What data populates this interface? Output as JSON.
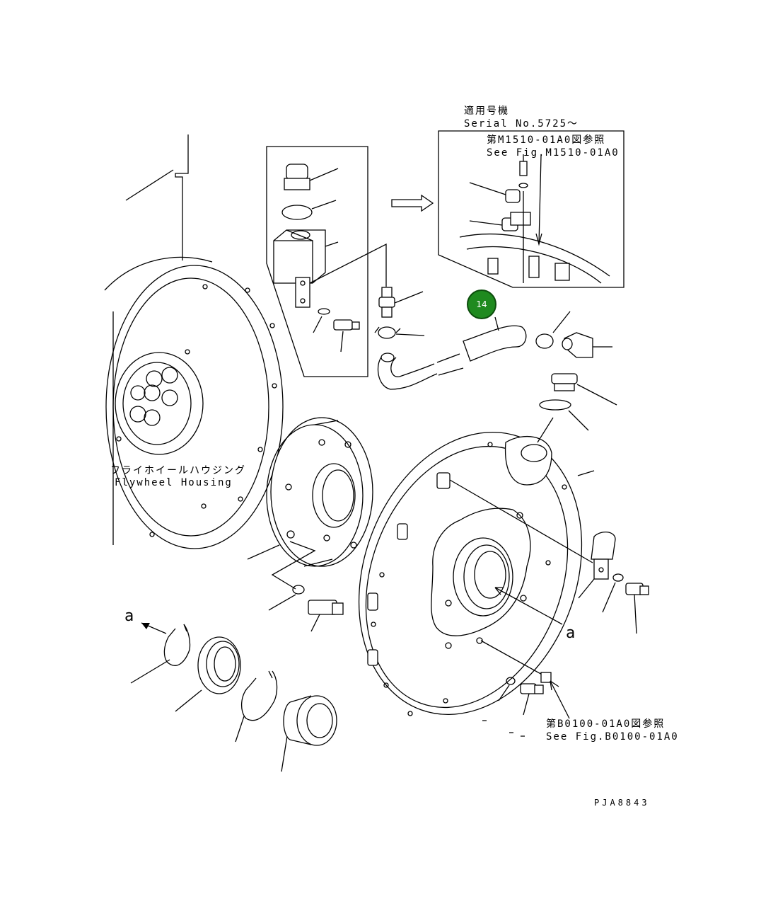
{
  "inset": {
    "applicable_jp": "適用号機",
    "serial": "Serial No.5725〜",
    "ref_jp": "第M1510-01A0図参照",
    "ref_en": "See Fig.M1510-01A0"
  },
  "housing": {
    "label_jp": "フライホイールハウジング",
    "label_en": "Flywheel Housing"
  },
  "section_marks": {
    "left": "a",
    "right": "a"
  },
  "bottom_ref": {
    "ref_jp": "第B0100-01A0図参照",
    "ref_en": "See Fig.B0100-01A0"
  },
  "callout": {
    "number": "14",
    "color": "#1f8a1f"
  },
  "drawing_code": "PJA8843"
}
